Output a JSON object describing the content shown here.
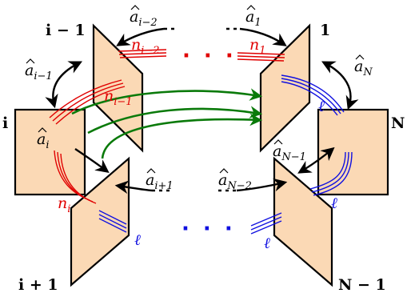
{
  "nodes": {
    "i_minus_1": "i − 1",
    "one": "1",
    "i": "i",
    "N": "N",
    "i_plus_1": "i + 1",
    "N_minus_1": "N − 1"
  },
  "edge_labels": {
    "a_i_minus_2": "a",
    "a_i_minus_2_sub": "i−2",
    "a_1": "a",
    "a_1_sub": "1",
    "a_i_minus_1": "a",
    "a_i_minus_1_sub": "i−1",
    "a_N": "a",
    "a_N_sub": "N",
    "a_i": "a",
    "a_i_sub": "i",
    "a_N_minus_1": "a",
    "a_N_minus_1_sub": "N−1",
    "a_i_plus_1": "a",
    "a_i_plus_1_sub": "i+1",
    "a_N_minus_2": "a",
    "a_N_minus_2_sub": "N−2"
  },
  "strand_labels": {
    "n_i_minus_2": "n",
    "n_i_minus_2_sub": "i−2",
    "n_1": "n",
    "n_1_sub": "1",
    "n_i_minus_1": "n",
    "n_i_minus_1_sub": "i−1",
    "n_i": "n",
    "n_i_sub": "i",
    "ell_top_right": "ℓ",
    "ell_right": "ℓ",
    "ell_bottom_left": "ℓ",
    "ell_bottom_right": "ℓ"
  },
  "ellipses": {
    "top": "· · ·",
    "bottom": "· · ·"
  },
  "colors": {
    "panel_fill": "#fbd9b5",
    "red": "#e00000",
    "blue": "#1010e0",
    "green": "#0a7a0a",
    "black": "#000000"
  }
}
